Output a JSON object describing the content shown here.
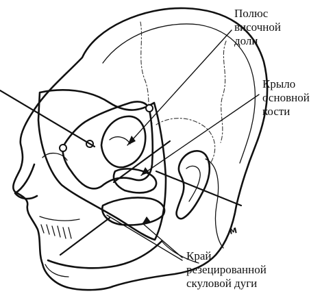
{
  "labels": {
    "temporal_pole": "Полюс\nвисочной\nдоли",
    "sphenoid_wing": "Крыло\nосновной\nкости",
    "zygoma_edge": "Край\nрезецированной\nскуловой дуги"
  },
  "artist_mark": "М"
}
